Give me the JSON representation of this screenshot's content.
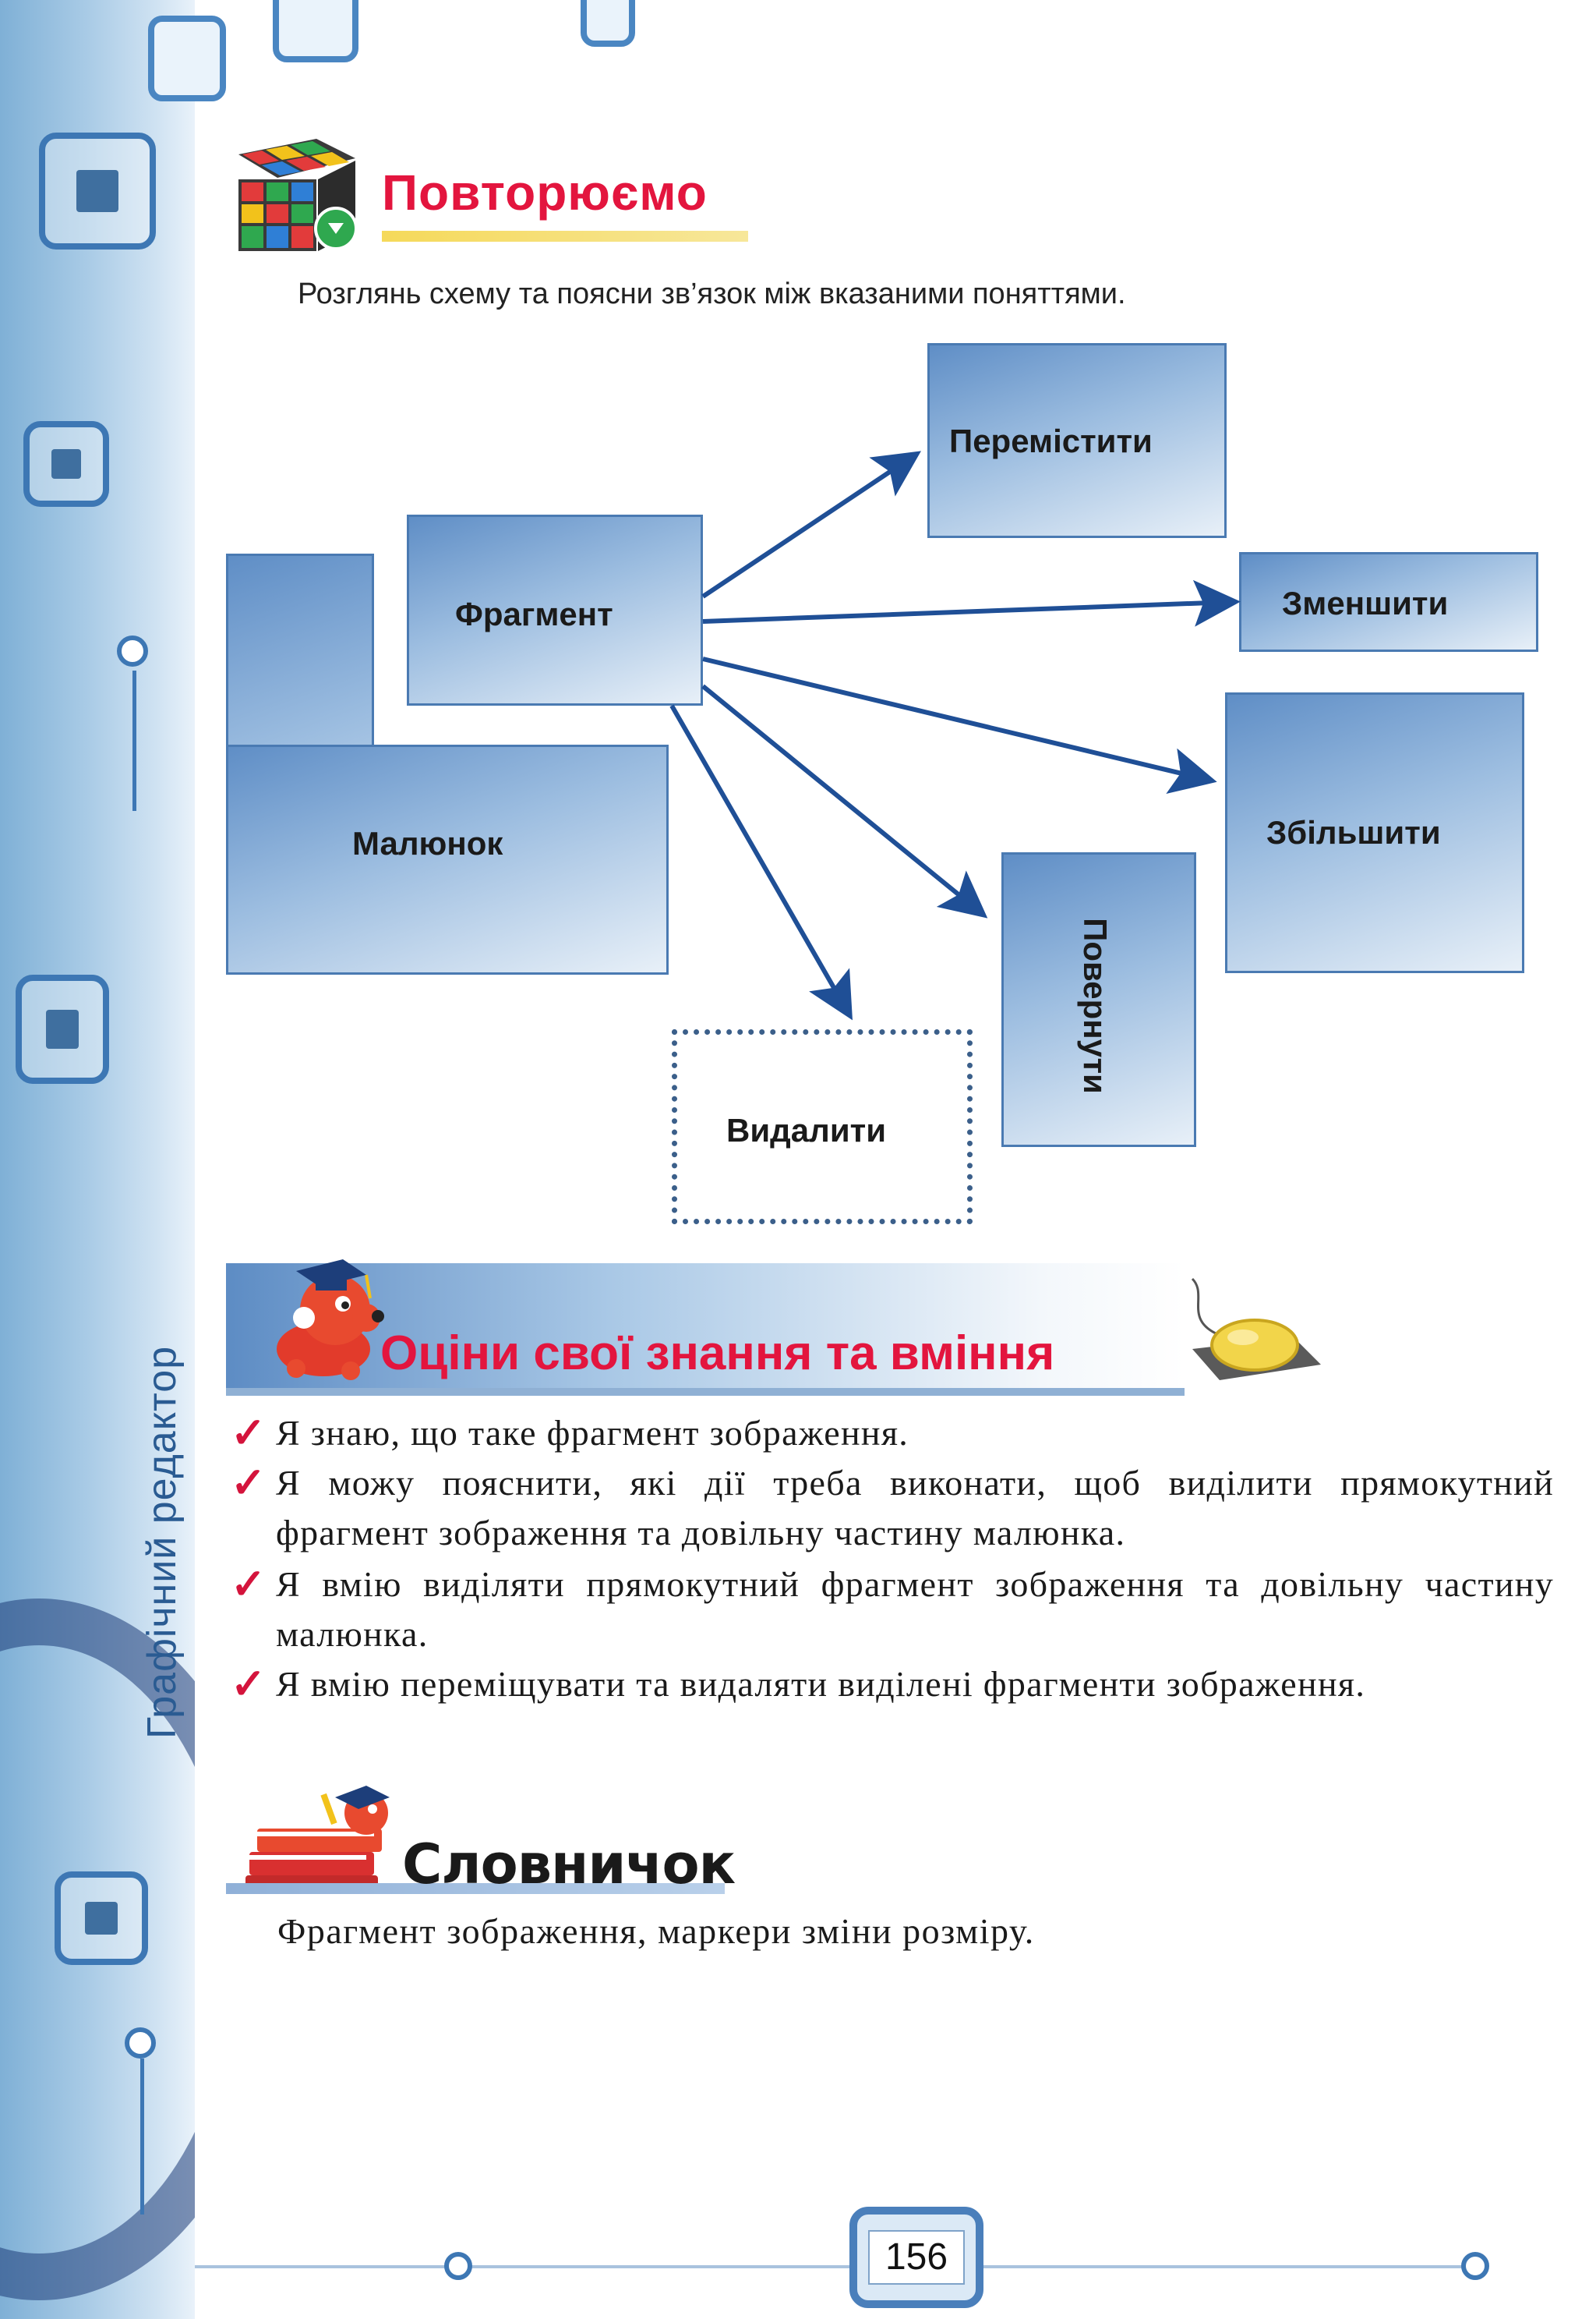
{
  "side_label": "Графічний редактор",
  "section_review": {
    "title": "Повторюємо",
    "instruction": "Розглянь схему та поясни зв’язок між вказаними поняттями."
  },
  "diagram": {
    "nodes": {
      "malyunok": "Малюнок",
      "fragment": "Фрагмент",
      "peremistyty": "Перемістити",
      "zmenshyty": "Зменшити",
      "zbilshyty": "Збільшити",
      "povernuty": "Повернути",
      "vydalyty": "Видалити"
    }
  },
  "section_self_assessment": {
    "title": "Оціни свої знання та вміння",
    "items": [
      {
        "check": "✓",
        "text": "Я знаю, що таке фрагмент зображення."
      },
      {
        "check": "✓",
        "text": "Я можу пояснити, які дії треба виконати, щоб виділити прямокутний фрагмент зображення та довільну частину малюнка."
      },
      {
        "check": "✓",
        "text": "Я вмію виділяти прямокутний фрагмент зображення та довільну частину малюнка."
      },
      {
        "check": "✓",
        "text": "Я вмію переміщувати та видаляти виділені фрагменти зображення."
      }
    ]
  },
  "section_glossary": {
    "title": "Словничок",
    "text": "Фрагмент зображення, маркери зміни розміру."
  },
  "page_number": "156",
  "colors": {
    "heading_red": "#e3153e",
    "box_blue": "#5f8ec6",
    "arrow_blue": "#1f4f96",
    "check_red": "#d4143c"
  }
}
